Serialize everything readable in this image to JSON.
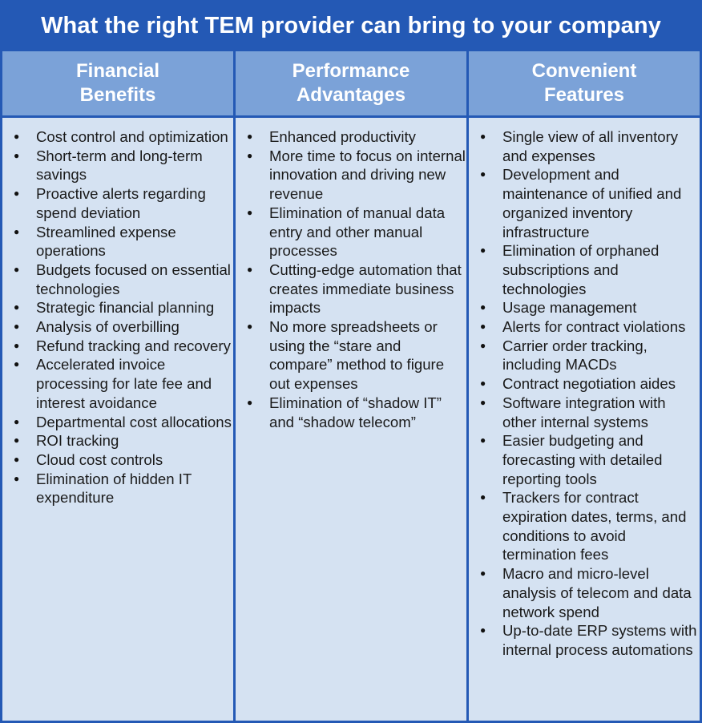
{
  "title": "What the right TEM provider can bring to your company",
  "columns": [
    {
      "header_line1": "Financial",
      "header_line2": "Benefits",
      "items": [
        "Cost control and optimization",
        "Short-term and long-term savings",
        "Proactive alerts regarding spend deviation",
        "Streamlined expense operations",
        "Budgets focused on essential technologies",
        "Strategic financial planning",
        "Analysis of overbilling",
        "Refund tracking and recovery",
        "Accelerated invoice processing for late fee and interest avoidance",
        "Departmental cost allocations",
        "ROI tracking",
        "Cloud cost controls",
        "Elimination of hidden IT expenditure"
      ]
    },
    {
      "header_line1": "Performance",
      "header_line2": "Advantages",
      "items": [
        "Enhanced productivity",
        "More time to focus on internal innovation and driving new revenue",
        "Elimination of manual data entry and other manual processes",
        "Cutting-edge automation that creates immediate business impacts",
        "No more spreadsheets or using the “stare and compare” method to figure out expenses",
        "Elimination of “shadow IT” and “shadow telecom”"
      ]
    },
    {
      "header_line1": "Convenient",
      "header_line2": "Features",
      "items": [
        "Single view of all inventory and expenses",
        "Development and maintenance of unified and organized inventory infrastructure",
        "Elimination of orphaned subscriptions and technologies",
        "Usage management",
        "Alerts for contract violations",
        "Carrier order tracking, including MACDs",
        "Contract negotiation aides",
        "Software integration with other internal systems",
        "Easier budgeting and forecasting with detailed reporting tools",
        "Trackers for contract expiration dates, terms, and conditions to avoid termination fees",
        "Macro and micro-level analysis of telecom and data network spend",
        "Up-to-date ERP systems with internal process automations"
      ]
    }
  ]
}
